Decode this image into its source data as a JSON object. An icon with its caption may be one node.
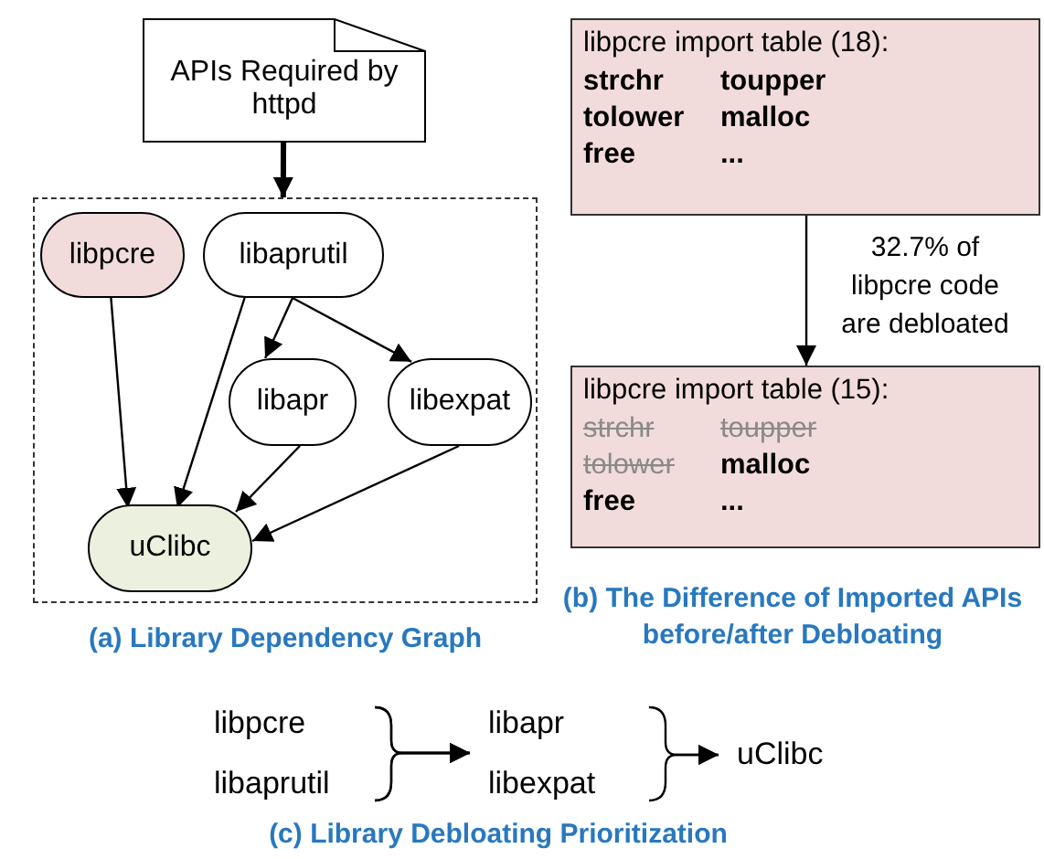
{
  "diagram": {
    "nodes": [
      {
        "text": [
          "APIs Required by httpd"
        ]
      },
      {
        "text": [],
        "shape": "box"
      },
      {
        "text": [
          "libpcre"
        ],
        "in": 1
      },
      {
        "text": [
          "libaprutil"
        ],
        "in": 1
      },
      {
        "text": [
          "libapr"
        ],
        "in": 1
      },
      {
        "text": [
          "libexpat"
        ],
        "in": 1
      },
      {
        "text": [
          "uClibc"
        ],
        "in": 1
      },
      {
        "text": [
          "libpcre import table (18):",
          "strchr",
          "toupper",
          "tolower",
          "malloc",
          "free",
          "..."
        ]
      },
      {
        "text": [
          "libpcre import table (15):",
          "strchr",
          "toupper",
          "tolower",
          "malloc",
          "free",
          "..."
        ]
      },
      {
        "text": [
          "libpcre"
        ]
      },
      {
        "text": [
          "libaprutil"
        ]
      },
      {
        "text": [
          "libapr"
        ]
      },
      {
        "text": [
          "libexpat"
        ]
      },
      {
        "text": [
          "uClibc"
        ]
      }
    ],
    "edges": [
      {
        "from": 0,
        "to": 1,
        "arrow": "to",
        "style": "thick"
      },
      {
        "from": 2,
        "to": 6,
        "arrow": "to"
      },
      {
        "from": 3,
        "to": 6,
        "arrow": "to"
      },
      {
        "from": 3,
        "to": 4,
        "arrow": "to"
      },
      {
        "from": 3,
        "to": 5,
        "arrow": "to"
      },
      {
        "from": 4,
        "to": 6,
        "arrow": "to"
      },
      {
        "from": 5,
        "to": 6,
        "arrow": "to"
      },
      {
        "from": 7,
        "to": 8,
        "arrow": "to",
        "label": "32.7% of libpcre code are debloated"
      },
      {
        "from": 9,
        "to": 11,
        "arrow": "to"
      },
      {
        "from": 9,
        "to": 12,
        "arrow": "to"
      },
      {
        "from": 10,
        "to": 11,
        "arrow": "to"
      },
      {
        "from": 10,
        "to": 12,
        "arrow": "to"
      },
      {
        "from": 11,
        "to": 13,
        "arrow": "to"
      },
      {
        "from": 12,
        "to": 13,
        "arrow": "to"
      }
    ],
    "labels": [
      "(a) Library Dependency Graph",
      "(b) The Difference of Imported APIs before/after Debloating",
      "(c) Library Debloating Prioritization"
    ]
  }
}
